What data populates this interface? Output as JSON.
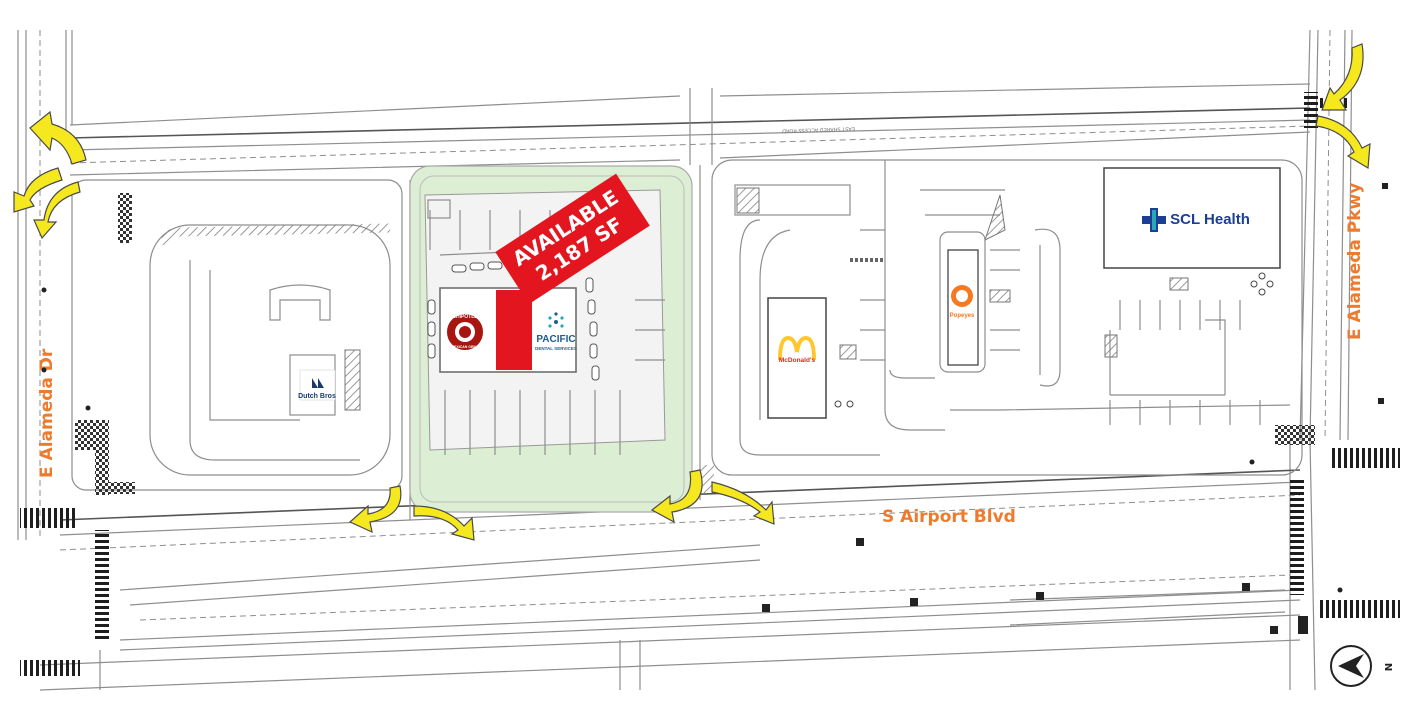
{
  "map": {
    "streets": {
      "west": "E Alameda Dr",
      "east": "E Alameda Pkwy",
      "south": "S Airport Blvd",
      "north_access": "EAST SHARED ACCESS ROAD"
    },
    "available_banner": {
      "line1": "AVAILABLE",
      "line2": "2,187 SF",
      "color": "#e3161f"
    },
    "tenants": {
      "chipotle": {
        "name": "CHIPOTLE",
        "sub": "MEXICAN GRILL",
        "color": "#a81612"
      },
      "pacific": {
        "name": "PACIFIC",
        "sub": "DENTAL SERVICES",
        "color": "#1f5d8c"
      },
      "dutch_bros": {
        "name": "Dutch Bros",
        "color": "#1a3a6b"
      },
      "mcdonalds": {
        "name": "McDonald's",
        "color": "#ffc72c",
        "accent": "#da291c"
      },
      "popeyes": {
        "name": "Popeyes",
        "color": "#f47920"
      },
      "scl_health": {
        "name": "SCL Health",
        "color": "#1b3f94",
        "accent": "#2aa6b5"
      }
    },
    "north_arrow": {
      "label": "N"
    },
    "arrow_color": "#f5e81f",
    "label_color": "#ee7b2d",
    "pad_color": "#dcefd4"
  }
}
